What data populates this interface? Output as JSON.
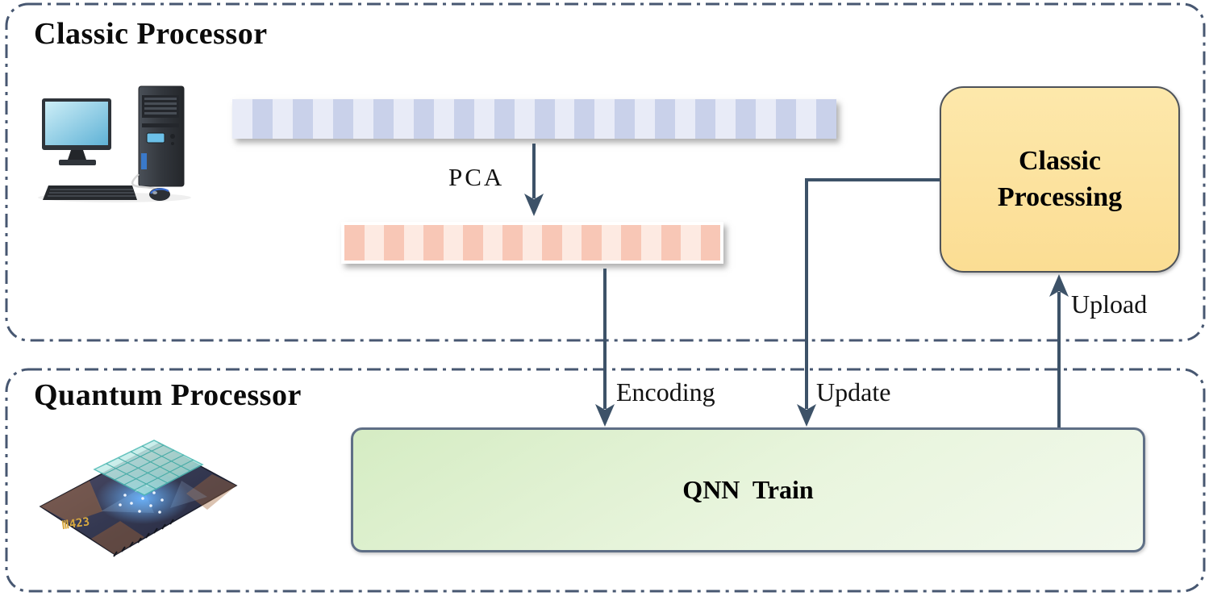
{
  "colors": {
    "boundary_color": "#475771",
    "arrow_color": "#3d5268",
    "classic_box_fill_top": "#fde8ab",
    "classic_box_fill_bottom": "#fbdd93",
    "classic_box_border": "#4e535a",
    "qnn_fill_top": "#d5ecc3",
    "qnn_fill_mid": "#e9f5de",
    "qnn_fill_bottom": "#f2f9ec",
    "qnn_border": "#5f6f86"
  },
  "sections": {
    "classic": {
      "title": "Classic Processor"
    },
    "quantum": {
      "title": "Quantum Processor"
    }
  },
  "nodes": {
    "classic_processing": {
      "lines": [
        "Classic",
        "Processing"
      ]
    },
    "qnn_train": {
      "label": "QNN  Train"
    }
  },
  "bars": {
    "blue": {
      "segments": 30,
      "even_color": "#e8ebf7",
      "odd_color": "#c9d1ea"
    },
    "pink": {
      "segments": 19,
      "even_color": "#f8c7b6",
      "odd_color": "#fdeae2"
    }
  },
  "labels": {
    "pca": "PCA",
    "encoding": "Encoding",
    "update": "Update",
    "upload": "Upload"
  },
  "illustrations": {
    "computer": "desktop-computer",
    "chip": "quantum-chip"
  }
}
